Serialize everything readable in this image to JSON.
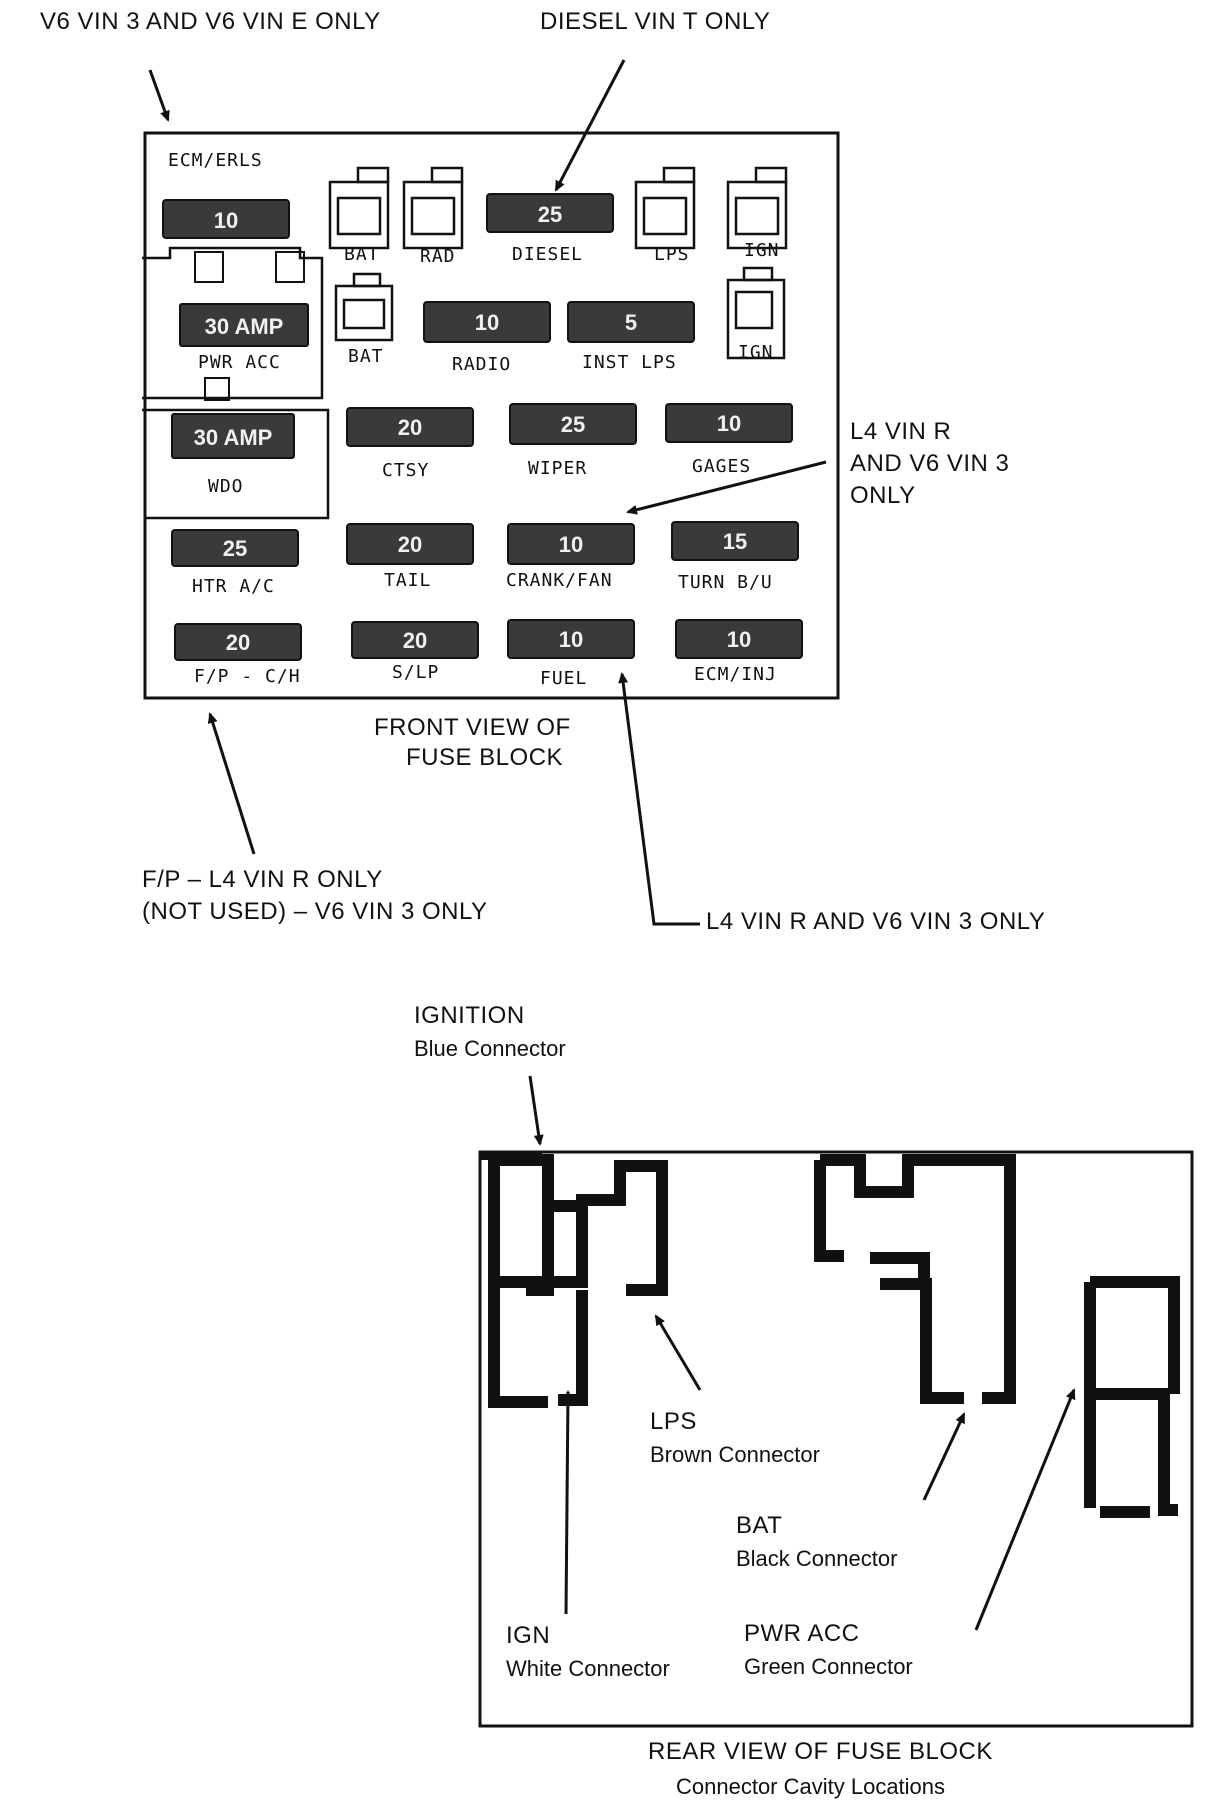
{
  "callouts": {
    "v6_vin3_e": "V6 VIN 3 AND V6 VIN E ONLY",
    "diesel_vin_t": "DIESEL VIN T ONLY",
    "l4_vin_r_v6_l1": "L4 VIN R",
    "l4_vin_r_v6_l2": "AND V6 VIN 3",
    "l4_vin_r_v6_l3": "ONLY",
    "fp_line1": "F/P – L4 VIN R ONLY",
    "fp_line2": "(NOT USED) – V6 VIN 3 ONLY",
    "l4_bottom": "L4 VIN R AND V6 VIN 3 ONLY"
  },
  "front_view": {
    "title_l1": "FRONT VIEW OF",
    "title_l2": "FUSE BLOCK",
    "fuses": {
      "ecm_erls": {
        "label": "ECM/ERLS",
        "rating": "10"
      },
      "pwr_acc": {
        "label": "PWR ACC",
        "rating": "30 AMP"
      },
      "wdo": {
        "label": "WDO",
        "rating": "30 AMP"
      },
      "htr_ac": {
        "label": "HTR A/C",
        "rating": "25"
      },
      "fp_ch": {
        "label": "F/P - C/H",
        "rating": "20"
      },
      "diesel": {
        "label": "DIESEL",
        "rating": "25"
      },
      "radio": {
        "label": "RADIO",
        "rating": "10"
      },
      "inst_lps": {
        "label": "INST LPS",
        "rating": "5"
      },
      "ctsy": {
        "label": "CTSY",
        "rating": "20"
      },
      "wiper": {
        "label": "WIPER",
        "rating": "25"
      },
      "gages": {
        "label": "GAGES",
        "rating": "10"
      },
      "tail": {
        "label": "TAIL",
        "rating": "20"
      },
      "crank_fan": {
        "label": "CRANK/FAN",
        "rating": "10"
      },
      "turn_bu": {
        "label": "TURN B/U",
        "rating": "15"
      },
      "slp": {
        "label": "S/LP",
        "rating": "20"
      },
      "fuel": {
        "label": "FUEL",
        "rating": "10"
      },
      "ecm_inj": {
        "label": "ECM/INJ",
        "rating": "10"
      }
    },
    "connectors": {
      "bat_top": "BAT",
      "rad": "RAD",
      "lps": "LPS",
      "ign_top": "IGN",
      "bat_mid": "BAT",
      "ign_mid": "IGN"
    }
  },
  "rear_view": {
    "title_l1": "REAR VIEW OF FUSE BLOCK",
    "title_l2": "Connector Cavity Locations",
    "ignition": {
      "name": "IGNITION",
      "color": "Blue Connector"
    },
    "lps": {
      "name": "LPS",
      "color": "Brown Connector"
    },
    "bat": {
      "name": "BAT",
      "color": "Black Connector"
    },
    "ign": {
      "name": "IGN",
      "color": "White Connector"
    },
    "pwr_acc": {
      "name": "PWR ACC",
      "color": "Green Connector"
    }
  }
}
